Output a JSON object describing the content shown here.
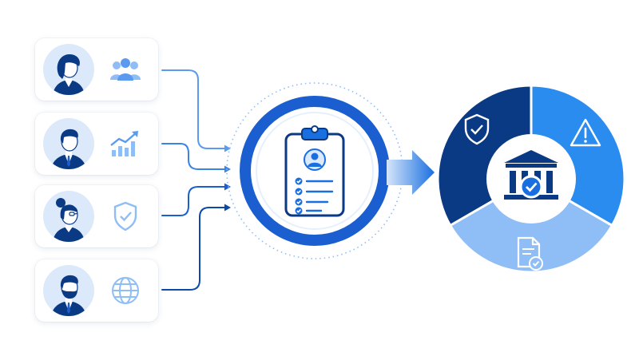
{
  "colors": {
    "navy": "#0b3a85",
    "primary": "#1a6fe0",
    "bright": "#2b8cf0",
    "light": "#8fbdf6",
    "pale": "#dbe9fb",
    "card_bg": "#ffffff"
  },
  "stakeholders": [
    {
      "person": "woman-avatar",
      "icon": "team-icon"
    },
    {
      "person": "man-avatar",
      "icon": "growth-chart-icon"
    },
    {
      "person": "woman-glasses-avatar",
      "icon": "shield-outline-icon"
    },
    {
      "person": "bearded-man-avatar",
      "icon": "globe-icon"
    }
  ],
  "center": {
    "icon": "clipboard-checklist-icon"
  },
  "outcome": {
    "segments": [
      {
        "icon": "shield-check-icon",
        "color": "#0b3a85"
      },
      {
        "icon": "warning-icon",
        "color": "#2b8cf0"
      },
      {
        "icon": "document-check-icon",
        "color": "#8fbdf6"
      }
    ],
    "center_icon": "bank-check-icon"
  }
}
